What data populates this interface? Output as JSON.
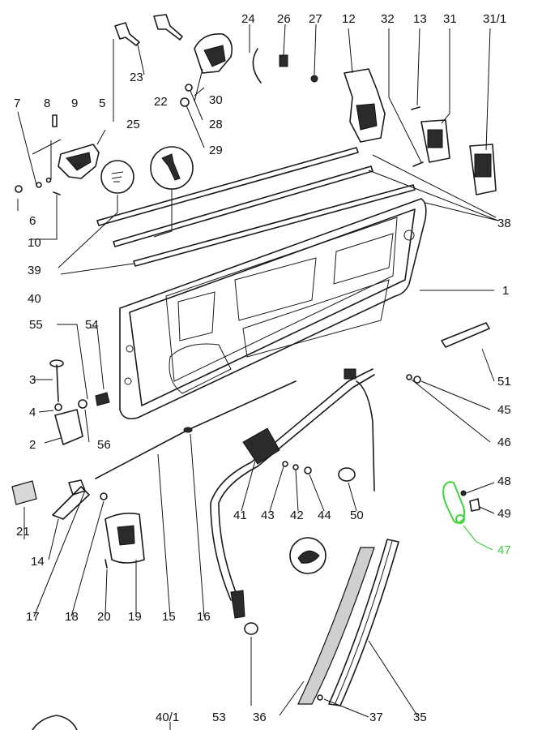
{
  "colors": {
    "line": "#1a1a1a",
    "highlight": "#3fd43b",
    "background": "#ffffff"
  },
  "labels": {
    "p1": "1",
    "p2": "2",
    "p3": "3",
    "p4": "4",
    "p5": "5",
    "p6": "6",
    "p7": "7",
    "p8": "8",
    "p9": "9",
    "p10": "10",
    "p12": "12",
    "p13": "13",
    "p14": "14",
    "p15": "15",
    "p16": "16",
    "p17": "17",
    "p18": "18",
    "p19": "19",
    "p20": "20",
    "p21": "21",
    "p22": "22",
    "p23": "23",
    "p24": "24",
    "p25": "25",
    "p26": "26",
    "p27": "27",
    "p28": "28",
    "p29": "29",
    "p30": "30",
    "p31": "31",
    "p31_1": "31/1",
    "p32": "32",
    "p35": "35",
    "p36": "36",
    "p37": "37",
    "p38": "38",
    "p39": "39",
    "p40": "40",
    "p40_1": "40/1",
    "p41": "41",
    "p42": "42",
    "p43": "43",
    "p44": "44",
    "p45": "45",
    "p46": "46",
    "p47": "47",
    "p48": "48",
    "p49": "49",
    "p50": "50",
    "p51": "51",
    "p53": "53",
    "p54": "54",
    "p55": "55",
    "p56": "56"
  },
  "highlighted_part": "47"
}
